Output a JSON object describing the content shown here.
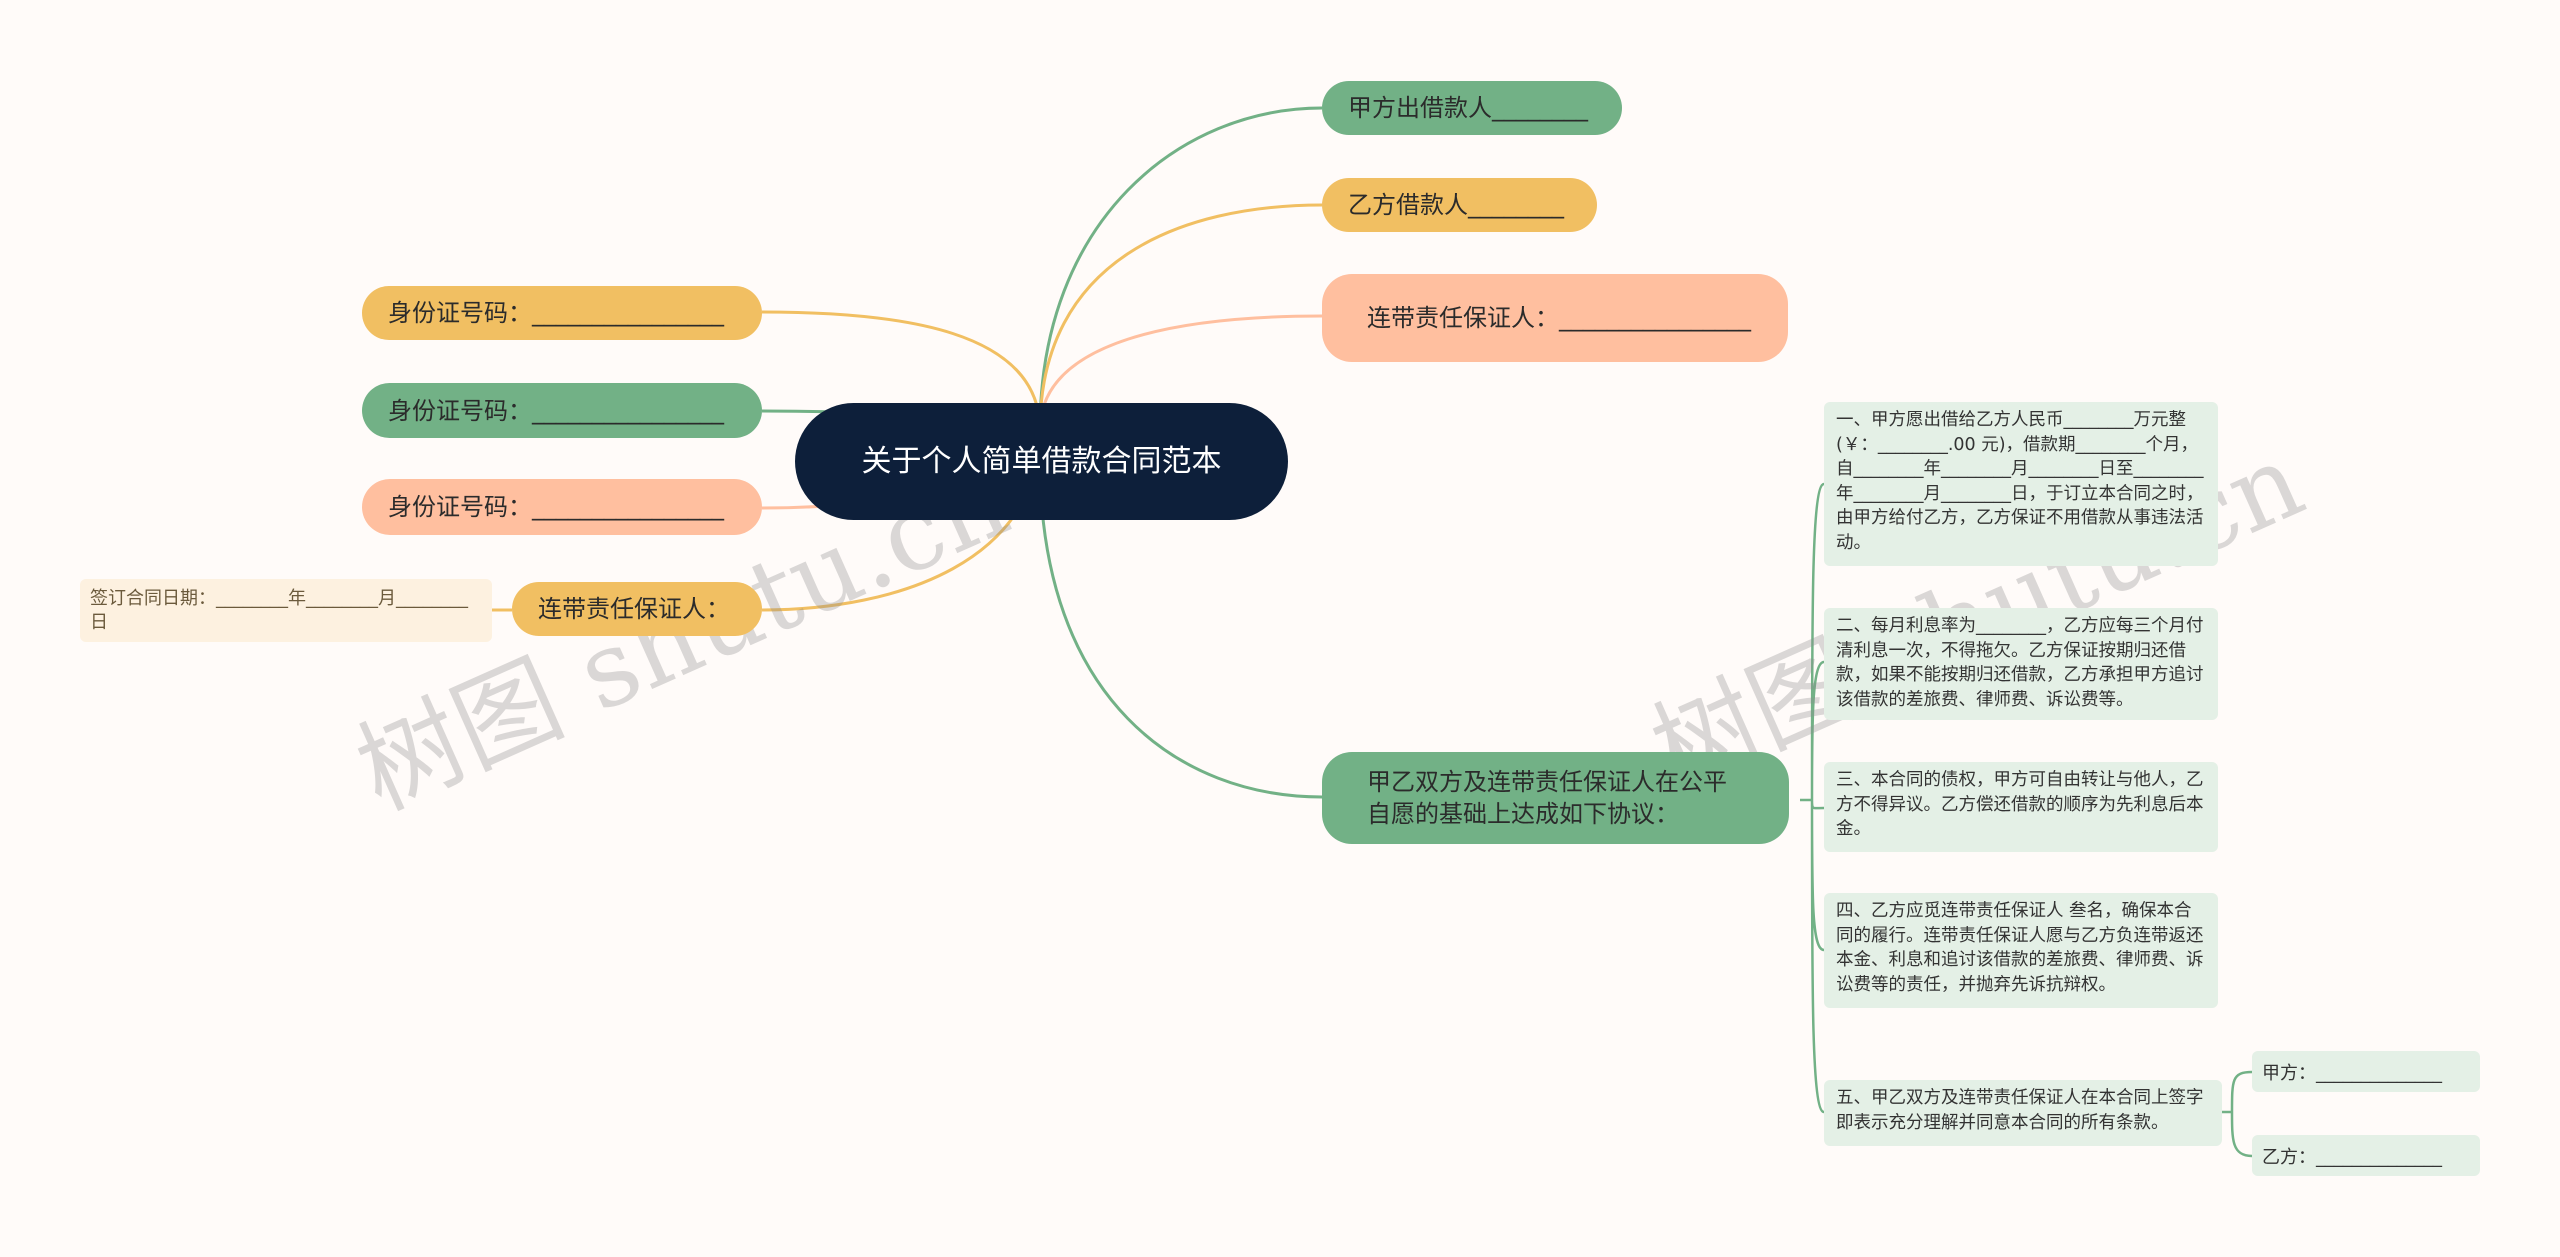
{
  "root": {
    "title": "关于个人简单借款合同范本"
  },
  "right_nodes": {
    "lender": "甲方出借款人________",
    "borrower": "乙方借款人________",
    "guarantor": "连带责任保证人：________________",
    "agreement": "甲乙双方及连带责任保证人在公平自愿的基础上达成如下协议："
  },
  "clauses": [
    "一、甲方愿出借给乙方人民币________万元整(￥：________.00 元)，借款期________个月，自________年________月________日至________年________月________日，于订立本合同之时，由甲方给付乙方，乙方保证不用借款从事违法活动。",
    "二、每月利息率为________，乙方应每三个月付清利息一次，不得拖欠。乙方保证按期归还借款，如果不能按期归还借款，乙方承担甲方追讨该借款的差旅费、律师费、诉讼费等。",
    "三、本合同的债权，甲方可自由转让与他人，乙方不得异议。乙方偿还借款的顺序为先利息后本金。",
    "四、乙方应觅连带责任保证人 叁名，确保本合同的履行。连带责任保证人愿与乙方负连带返还本金、利息和追讨该借款的差旅费、律师费、诉讼费等的责任，并抛弃先诉抗辩权。",
    "五、甲乙双方及连带责任保证人在本合同上签字即表示充分理解并同意本合同的所有条款。"
  ],
  "signatures": {
    "party_a": "甲方：______________",
    "party_b": "乙方：______________"
  },
  "left_nodes": {
    "id1": "身份证号码：________________",
    "id2": "身份证号码：________________",
    "id3": "身份证号码：________________",
    "guarantor": "连带责任保证人："
  },
  "sign_date": "签订合同日期：________年________月________日",
  "watermarks": [
    "树图 shutu.cn",
    "树图 shutu.cn"
  ],
  "colors": {
    "root": "#0d1f3a",
    "green": "#72b186",
    "yellow": "#f1bf62",
    "peach": "#ffbf9f",
    "card": "#e4f0e6"
  }
}
